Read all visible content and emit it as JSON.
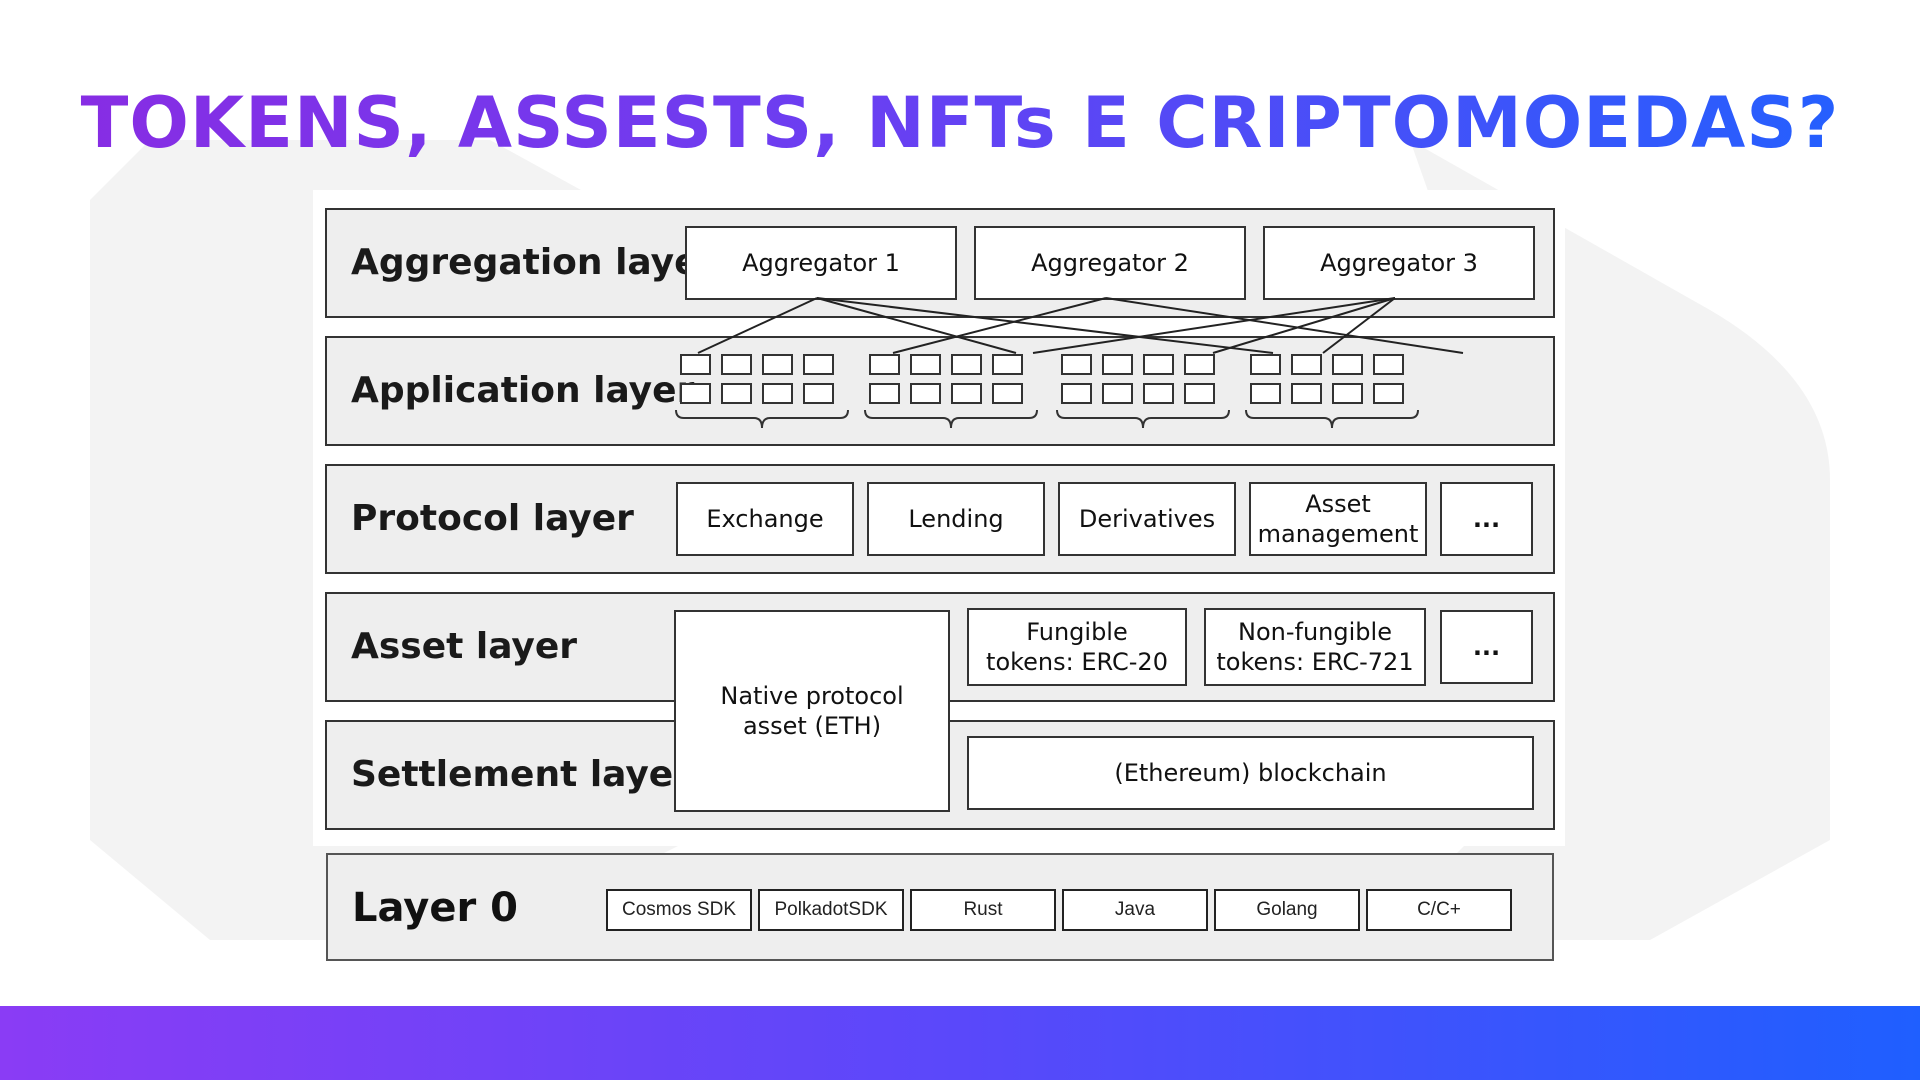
{
  "title": "TOKENS, ASSESTS, NFTs E CRIPTOMOEDAS?",
  "layers": {
    "aggregation": {
      "label": "Aggregation layer",
      "items": [
        "Aggregator 1",
        "Aggregator 2",
        "Aggregator 3"
      ]
    },
    "application": {
      "label": "Application layer"
    },
    "protocol": {
      "label": "Protocol layer",
      "items": [
        "Exchange",
        "Lending",
        "Derivatives",
        "Asset management",
        "..."
      ],
      "asset_management_lines": [
        "Asset",
        "management"
      ]
    },
    "asset": {
      "label": "Asset layer",
      "fungible": [
        "Fungible",
        "tokens: ERC-20"
      ],
      "nonfungible": [
        "Non-fungible",
        "tokens: ERC-721"
      ],
      "more": "...",
      "native": [
        "Native protocol",
        "asset (ETH)"
      ]
    },
    "settlement": {
      "label": "Settlement layer",
      "blockchain": "(Ethereum) blockchain"
    },
    "layer0": {
      "label": "Layer 0",
      "items": [
        "Cosmos SDK",
        "PolkadotSDK",
        "Rust",
        "Java",
        "Golang",
        "C/C+"
      ]
    }
  },
  "colors": {
    "title_start": "#8a2be2",
    "title_end": "#1f62ff",
    "bar_start": "#8a3cf5",
    "bar_end": "#1f5fff",
    "layer_fill": "#eeeeee"
  }
}
